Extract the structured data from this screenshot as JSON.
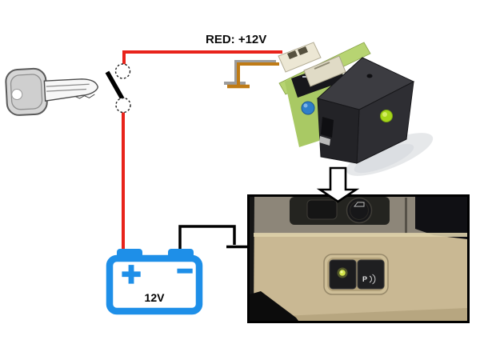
{
  "labels": {
    "red_wire": "RED: +12V"
  },
  "battery": {
    "plus": "+",
    "minus": "−",
    "voltage": "12V",
    "color": "#1e8fe8"
  },
  "wires": {
    "power": "#e8231b",
    "accessory_ground": "#bf7b16",
    "battery_ground": "#000000"
  },
  "module": {
    "pcb": "#b7d472",
    "led": "#a6d51a",
    "body": "#2e2e33"
  },
  "dashboard": {
    "parking_glyph": "P",
    "led": "#d3e54a",
    "beige": "#c9b893",
    "gray_panel": "#8d8679"
  },
  "icons": {
    "key": "car-key-icon",
    "switch": "ignition-switch-symbol",
    "ground": "ground-symbol",
    "arrow": "down-arrow-icon",
    "battery": "battery-symbol"
  }
}
